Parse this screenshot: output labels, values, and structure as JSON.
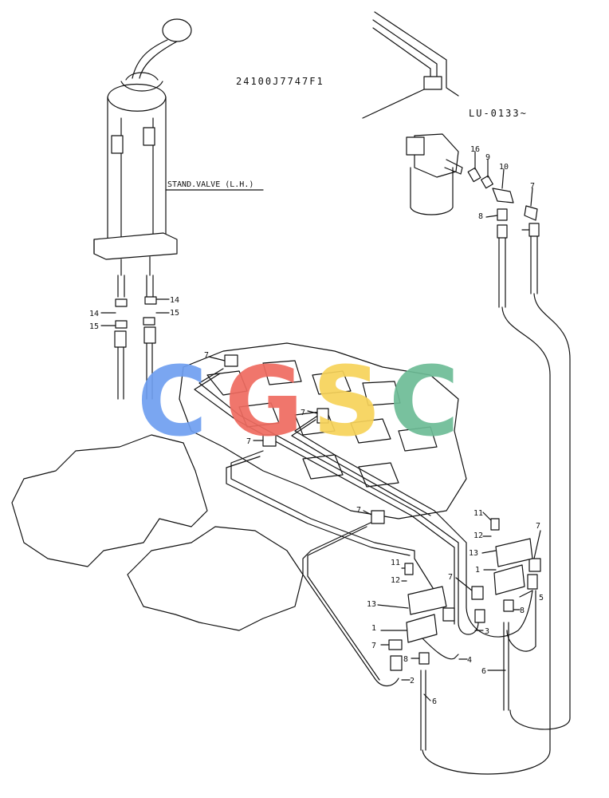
{
  "diagram": {
    "part_number": "24100J7747F1",
    "serial_range": "LU-0133~",
    "stand_valve_label": "STAND.VALVE (L.H.)",
    "callouts": {
      "c1": "1",
      "c2": "2",
      "c3": "3",
      "c4": "4",
      "c5": "5",
      "c6": "6",
      "c7": "7",
      "c8": "8",
      "c9": "9",
      "c10": "10",
      "c11": "11",
      "c12": "12",
      "c13": "13",
      "c14": "14",
      "c15": "15",
      "c16": "16"
    }
  },
  "watermark": {
    "letters": [
      "C",
      "G",
      "S",
      "C"
    ],
    "colors": [
      "#6f9ff0",
      "#ef6b60",
      "#f7d35a",
      "#6dbc96"
    ]
  }
}
